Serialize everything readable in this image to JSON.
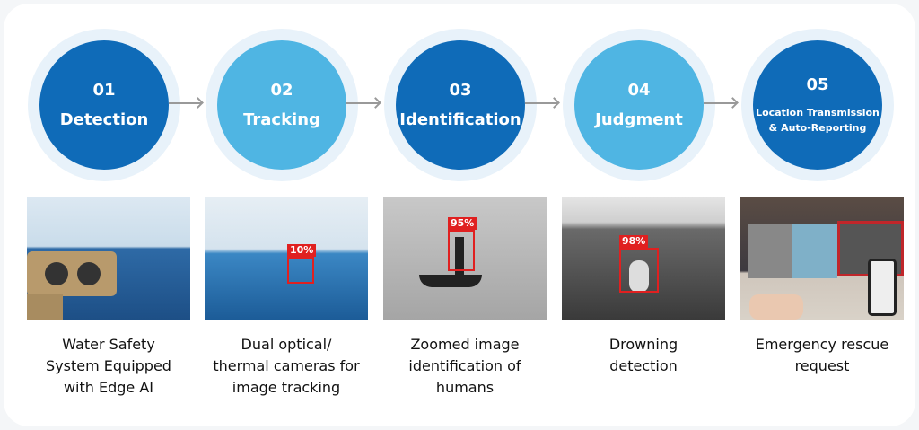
{
  "steps": [
    {
      "number": "01",
      "title": "Detection",
      "caption_lines": [
        "Water Safety",
        "System Equipped",
        "with Edge AI"
      ]
    },
    {
      "number": "02",
      "title": "Tracking",
      "caption_lines": [
        "Dual optical/",
        "thermal cameras for",
        "image tracking"
      ],
      "confidence": "10%"
    },
    {
      "number": "03",
      "title": "Identification",
      "caption_lines": [
        "Zoomed image",
        "identification of",
        "humans"
      ],
      "confidence": "95%"
    },
    {
      "number": "04",
      "title": "Judgment",
      "caption_lines": [
        "Drowning",
        "detection"
      ],
      "confidence": "98%"
    },
    {
      "number": "05",
      "title_lines": [
        "Location Transmission",
        "& Auto-Reporting"
      ],
      "caption_lines": [
        "Emergency rescue",
        "request"
      ]
    }
  ],
  "colors": {
    "dark": "#0f6bb8",
    "light": "#4fb5e3",
    "ring": "#e8f2fa",
    "detect": "#e02020"
  }
}
